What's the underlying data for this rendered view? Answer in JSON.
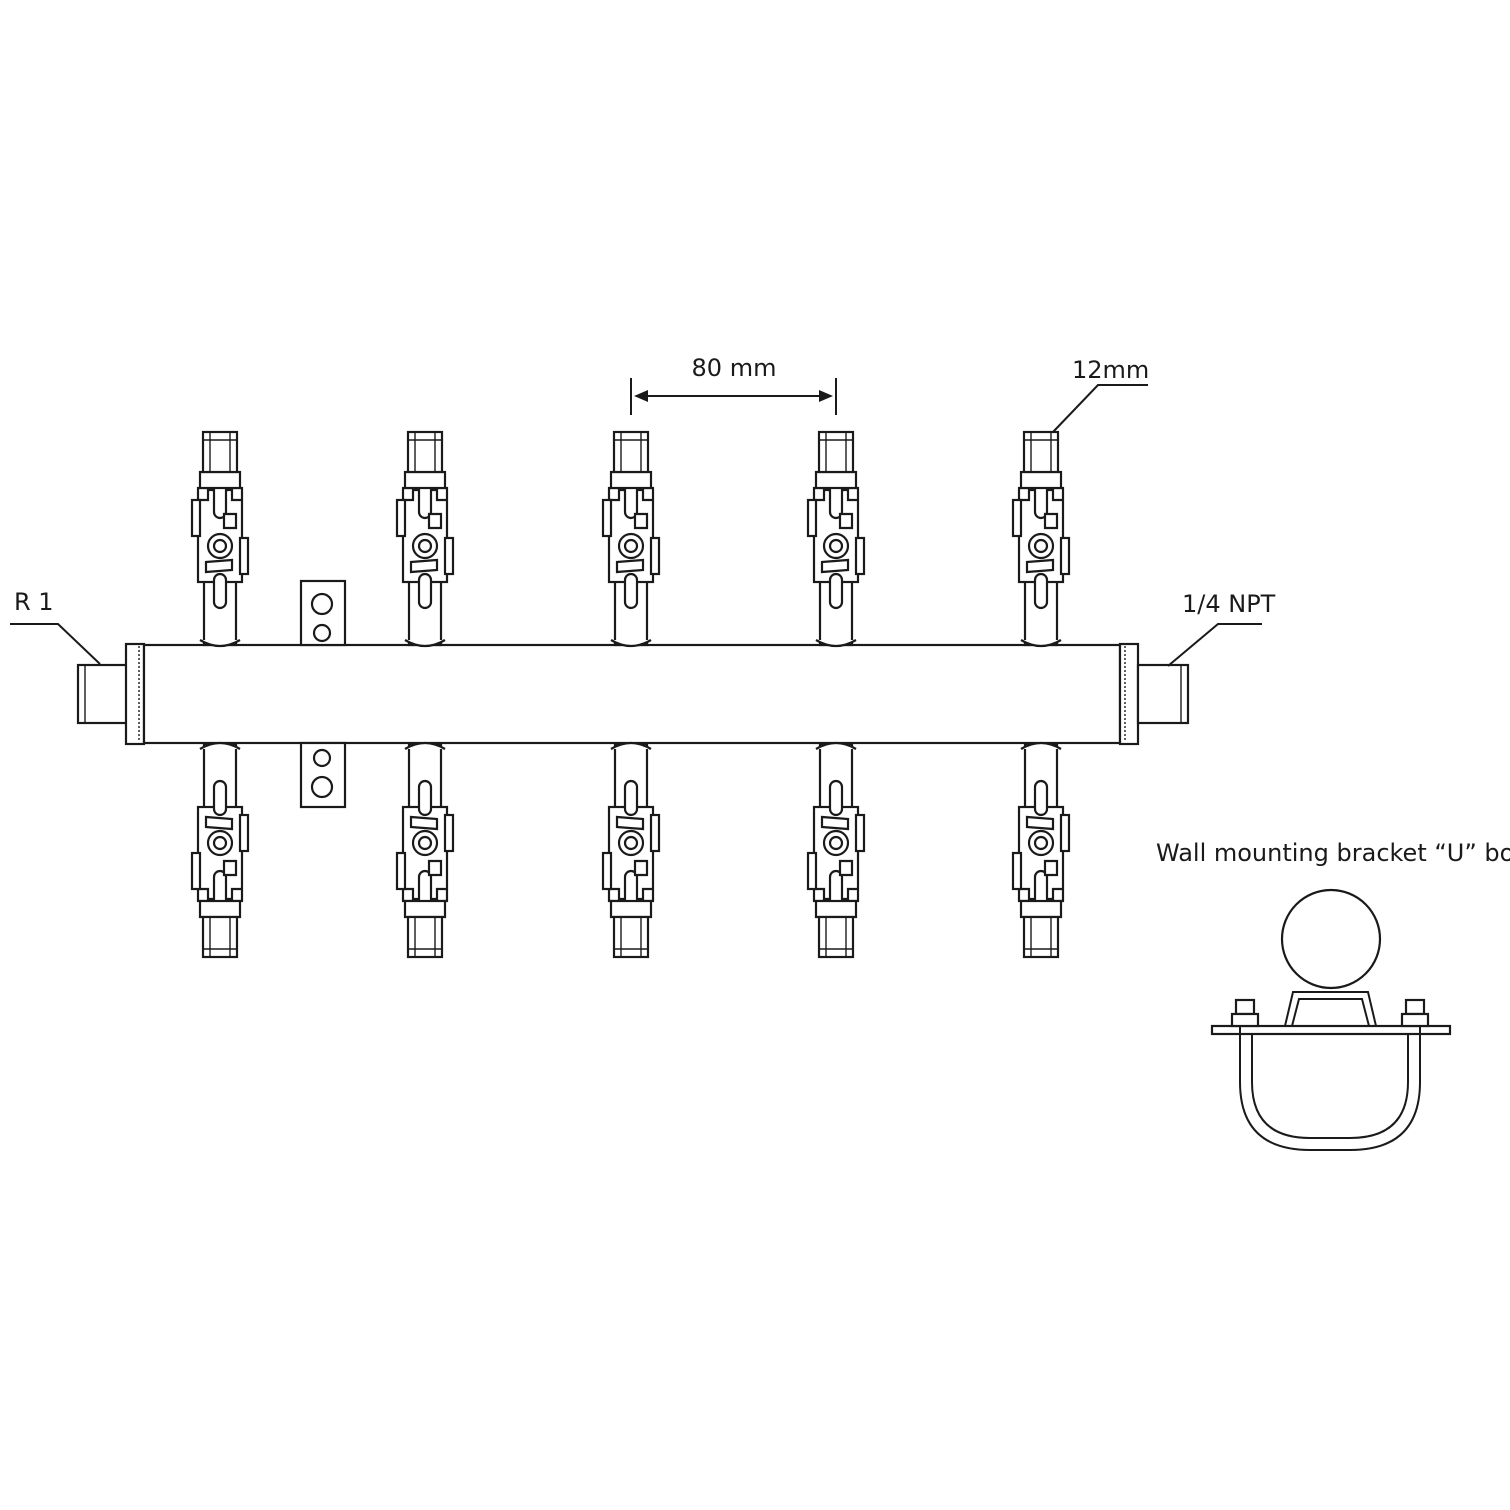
{
  "labels": {
    "spacing": "80 mm",
    "tube_size": "12mm",
    "inlet_thread": "R 1",
    "outlet_thread": "1/4 NPT",
    "bracket_caption": "Wall mounting bracket “U” bolt"
  },
  "manifold": {
    "valves_top": 5,
    "valves_bottom": 5,
    "line_color": "#1a1a1a"
  }
}
